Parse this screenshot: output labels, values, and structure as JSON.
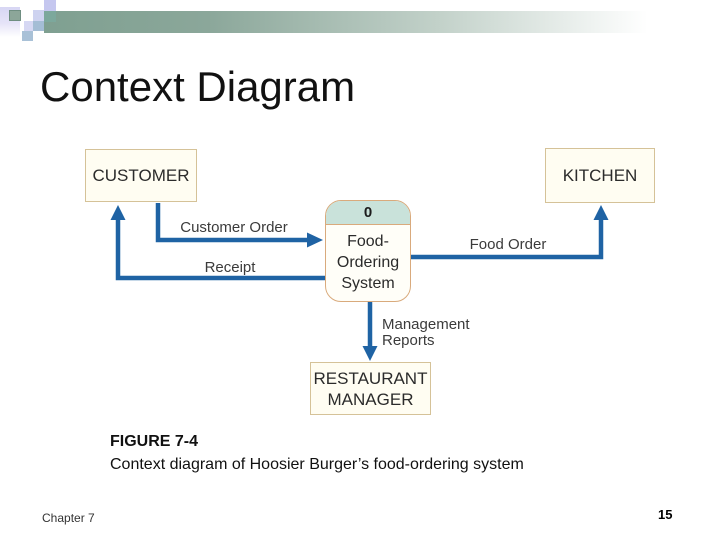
{
  "slide": {
    "title": "Context Diagram",
    "footer": {
      "chapter": "Chapter 7",
      "page_number": "15"
    }
  },
  "figure": {
    "label": "FIGURE 7-4",
    "caption": "Context diagram of Hoosier Burger’s food-ordering system"
  },
  "diagram": {
    "process": {
      "number": "0",
      "name": "Food-Ordering System"
    },
    "entities": {
      "customer": "CUSTOMER",
      "kitchen": "KITCHEN",
      "manager": "RESTAURANT MANAGER"
    },
    "flows": {
      "customer_order": "Customer Order",
      "receipt": "Receipt",
      "food_order": "Food Order",
      "management_reports": "Management Reports"
    },
    "colors": {
      "arrow_blue": "#1f63a4",
      "entity_border_tan": "#d5c298",
      "entity_fill_ivory": "#fffdf2",
      "process_border_tan": "#d9aa7c",
      "process_band_teal": "#c9e2da",
      "header_bar_sage": "#84a294"
    }
  }
}
